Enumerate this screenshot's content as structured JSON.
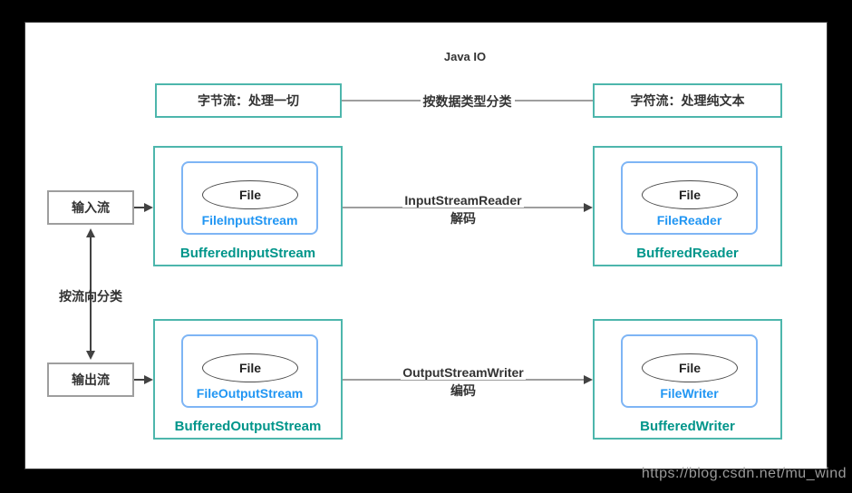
{
  "title": "Java IO",
  "watermark": "https://blog.csdn.net/mu_wind",
  "top_row": {
    "byte_stream_label": "字节流：处理一切",
    "connector_label": "按数据类型分类",
    "char_stream_label": "字符流：处理纯文本"
  },
  "left_column": {
    "input_label": "输入流",
    "connector_label": "按流向分类",
    "output_label": "输出流"
  },
  "stream_boxes": [
    {
      "file": "File",
      "inner": "FileInputStream",
      "outer": "BufferedInputStream"
    },
    {
      "file": "File",
      "inner": "FileReader",
      "outer": "BufferedReader"
    },
    {
      "file": "File",
      "inner": "FileOutputStream",
      "outer": "BufferedOutputStream"
    },
    {
      "file": "File",
      "inner": "FileWriter",
      "outer": "BufferedWriter"
    }
  ],
  "arrows": {
    "decode_title": "InputStreamReader",
    "decode_sub": "解码",
    "encode_title": "OutputStreamWriter",
    "encode_sub": "编码"
  },
  "colors": {
    "teal_border": "#4db6ac",
    "teal_text": "#00958a",
    "blue_border": "#7eb5f5",
    "blue_text": "#2196f3",
    "gray_border": "#9e9e9e",
    "arrow_dark": "#424242",
    "text_dark": "#333333",
    "watermark_gray": "#9b9b9b"
  }
}
